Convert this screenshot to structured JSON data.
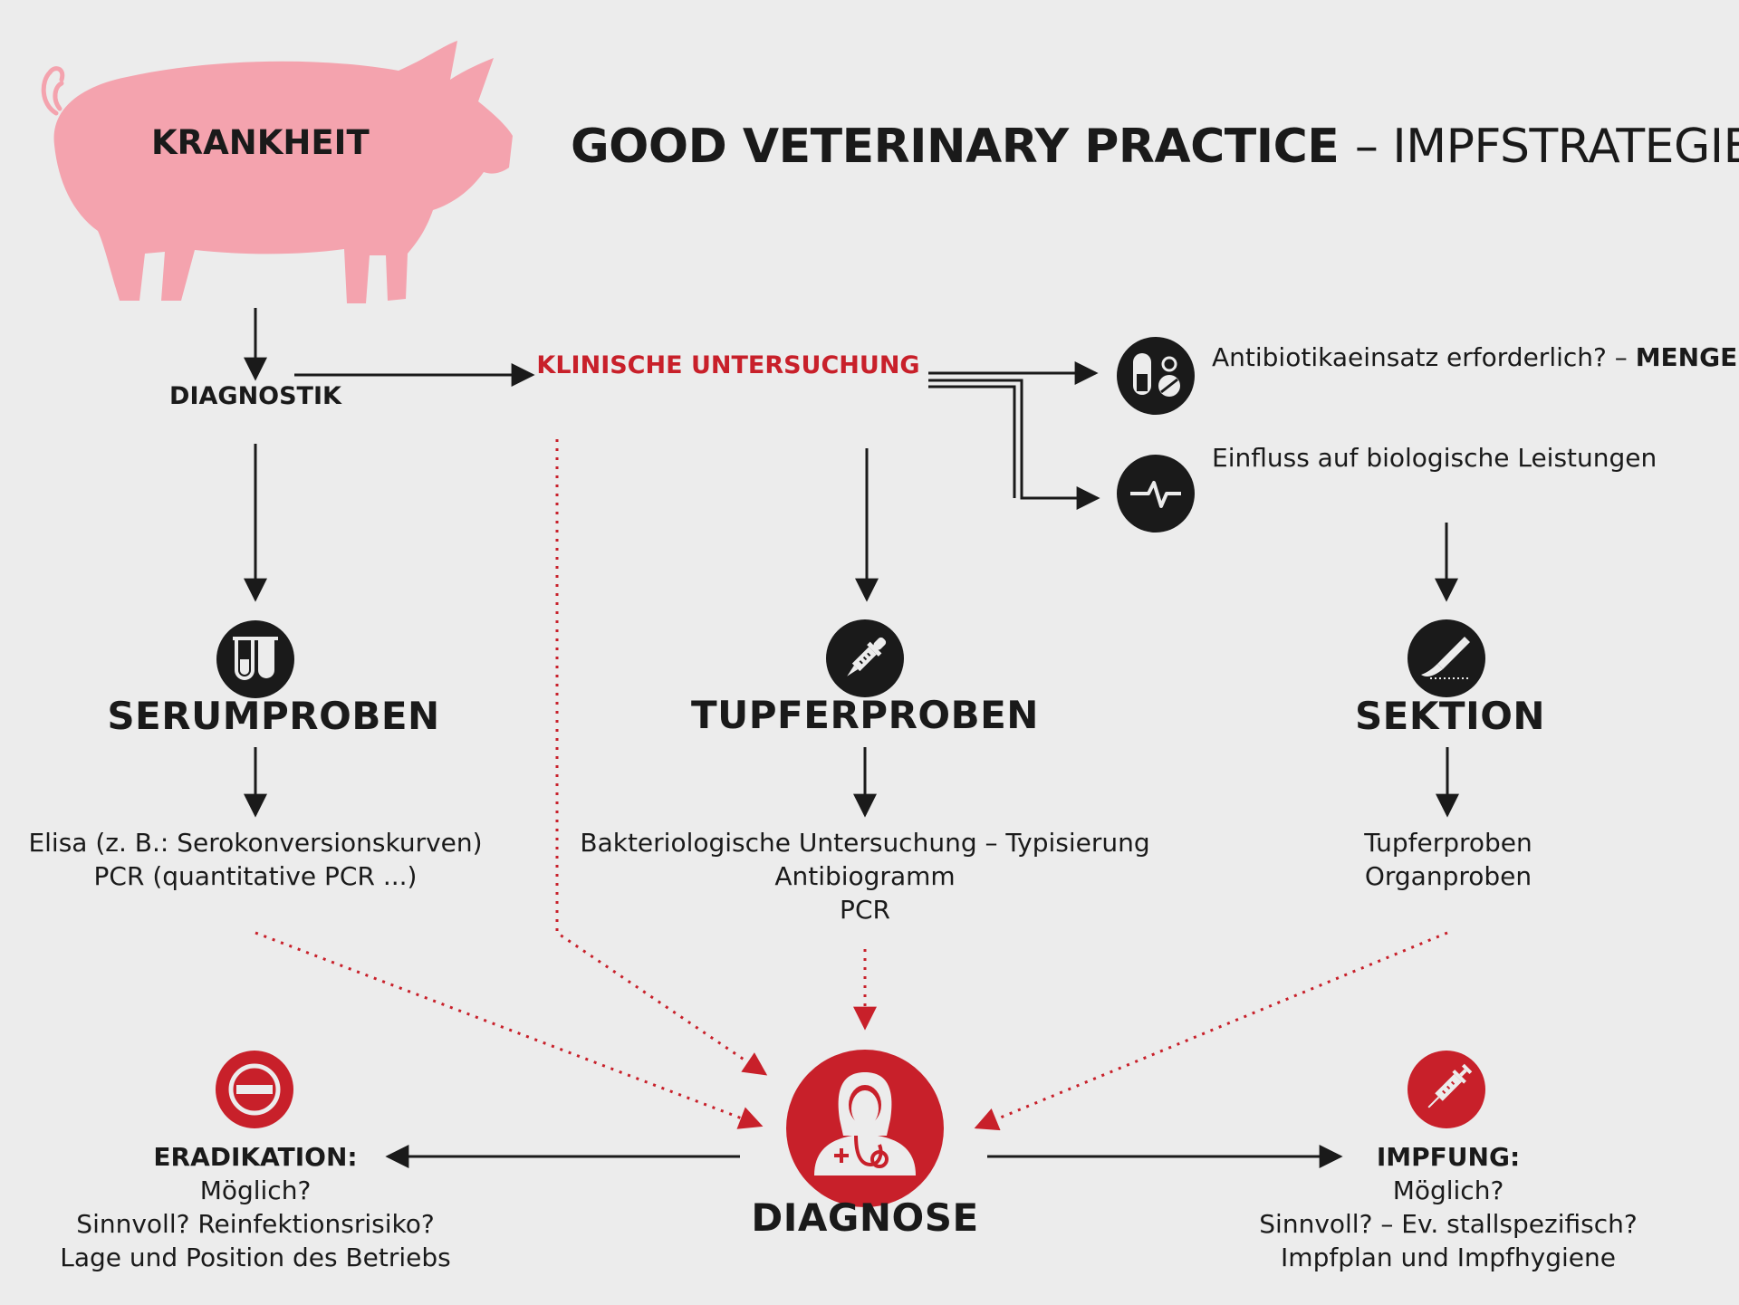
{
  "title": {
    "main": "GOOD VETERINARY PRACTICE",
    "sub": "– IMPFSTRATEGIE"
  },
  "pig_label": "KRANKHEIT",
  "diagnostik": "DIAGNOSTIK",
  "klinische": "KLINISCHE UNTERSUCHUNG",
  "antibiotika": {
    "text": "Antibiotikaeinsatz erforderlich? –",
    "emphasis": "MENGE"
  },
  "einfluss": "Einfluss auf biologische Leistungen",
  "serum": {
    "title": "SERUMPROBEN",
    "lines": [
      "Elisa (z. B.: Serokonversionskurven)",
      "PCR (quantitative PCR ...)"
    ]
  },
  "tupfer": {
    "title": "TUPFERPROBEN",
    "lines": [
      "Bakteriologische Untersuchung – Typisierung",
      "Antibiogramm",
      "PCR"
    ]
  },
  "sektion": {
    "title": "SEKTION",
    "lines": [
      "Tupferproben",
      "Organproben"
    ]
  },
  "diagnose": "DIAGNOSE",
  "eradikation": {
    "title": "ERADIKATION:",
    "lines": [
      "Möglich?",
      "Sinnvoll? Reinfektionsrisiko?",
      "Lage und Position des Betriebs"
    ]
  },
  "impfung": {
    "title": "IMPFUNG:",
    "lines": [
      "Möglich?",
      "Sinnvoll? – Ev. stallspezifisch?",
      "Impfplan und Impfhygiene"
    ]
  },
  "icons": {
    "pig": "pig-icon",
    "pills": "pills-icon",
    "pulse": "heartbeat-icon",
    "tubes": "test-tubes-icon",
    "dropper": "dropper-icon",
    "scalpel": "scalpel-icon",
    "doctor": "doctor-icon",
    "stop": "stop-icon",
    "syringe": "syringe-icon"
  },
  "colors": {
    "red": "#c8202a",
    "pig": "#f4a3ae",
    "dark": "#1a1a1a",
    "background": "#ececec"
  }
}
